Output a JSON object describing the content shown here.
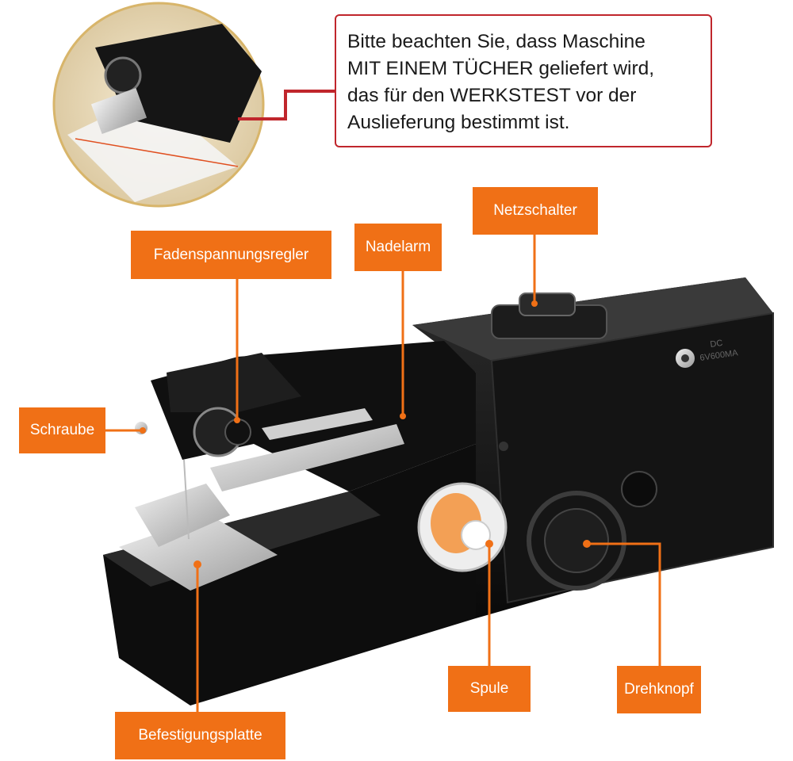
{
  "notice": {
    "lines": [
      "Bitte beachten Sie, dass Maschine",
      "MIT EINEM TÜCHER geliefert wird,",
      "das für den WERKSTEST vor der",
      "Auslieferung bestimmt ist."
    ]
  },
  "labels": {
    "netzschalter": "Netzschalter",
    "fadenspannungsregler": "Fadenspannungsregler",
    "nadelarm": "Nadelarm",
    "schraube": "Schraube",
    "spule": "Spule",
    "drehknopf": "Drehknopf",
    "befestigungsplatte": "Befestigungsplatte"
  },
  "device_print": {
    "dc": "DC",
    "rating": "6V600MA"
  },
  "colors": {
    "label_bg": "#f07016",
    "callout_border": "#c0262c",
    "device_body": "#141414"
  }
}
